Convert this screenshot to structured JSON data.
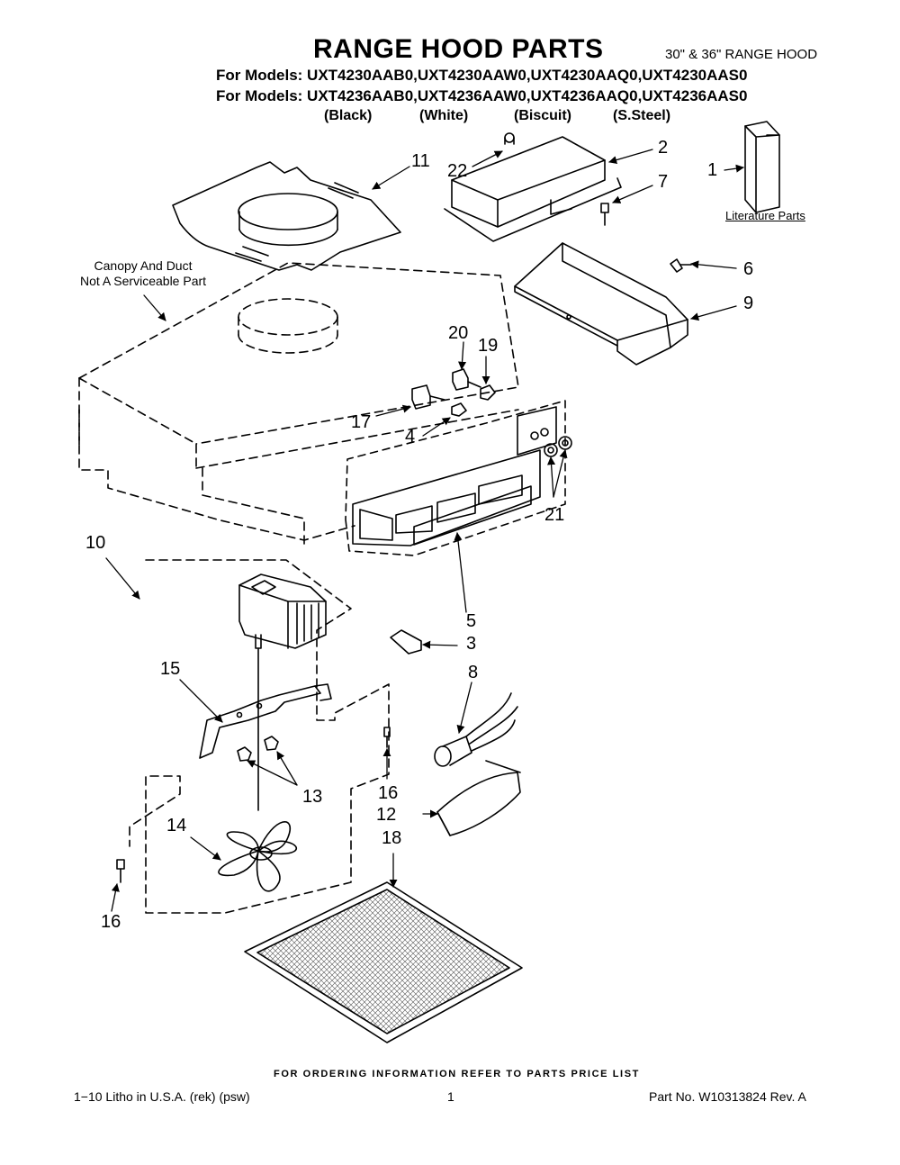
{
  "header": {
    "title": "RANGE HOOD PARTS",
    "subtitle": "30\" & 36\" RANGE HOOD",
    "models_line_1": "For Models: UXT4230AAB0,UXT4230AAW0,UXT4230AAQ0,UXT4230AAS0",
    "models_line_2": "For Models: UXT4236AAB0,UXT4236AAW0,UXT4236AAQ0,UXT4236AAS0",
    "colors": [
      "(Black)",
      "(White)",
      "(Biscuit)",
      "(S.Steel)"
    ]
  },
  "diagram": {
    "callouts": [
      "1",
      "2",
      "3",
      "4",
      "5",
      "6",
      "7",
      "8",
      "9",
      "10",
      "11",
      "12",
      "13",
      "14",
      "15",
      "16",
      "16",
      "17",
      "18",
      "19",
      "20",
      "21",
      "22"
    ],
    "canopy_note_line_1": "Canopy And Duct",
    "canopy_note_line_2": "Not A Serviceable Part",
    "literature_label": "Literature Parts"
  },
  "footer": {
    "ordering_note": "FOR ORDERING INFORMATION REFER TO PARTS PRICE LIST",
    "litho": "1−10 Litho in U.S.A. (rek) (psw)",
    "page_number": "1",
    "part_number": "Part No. W10313824 Rev. A"
  }
}
